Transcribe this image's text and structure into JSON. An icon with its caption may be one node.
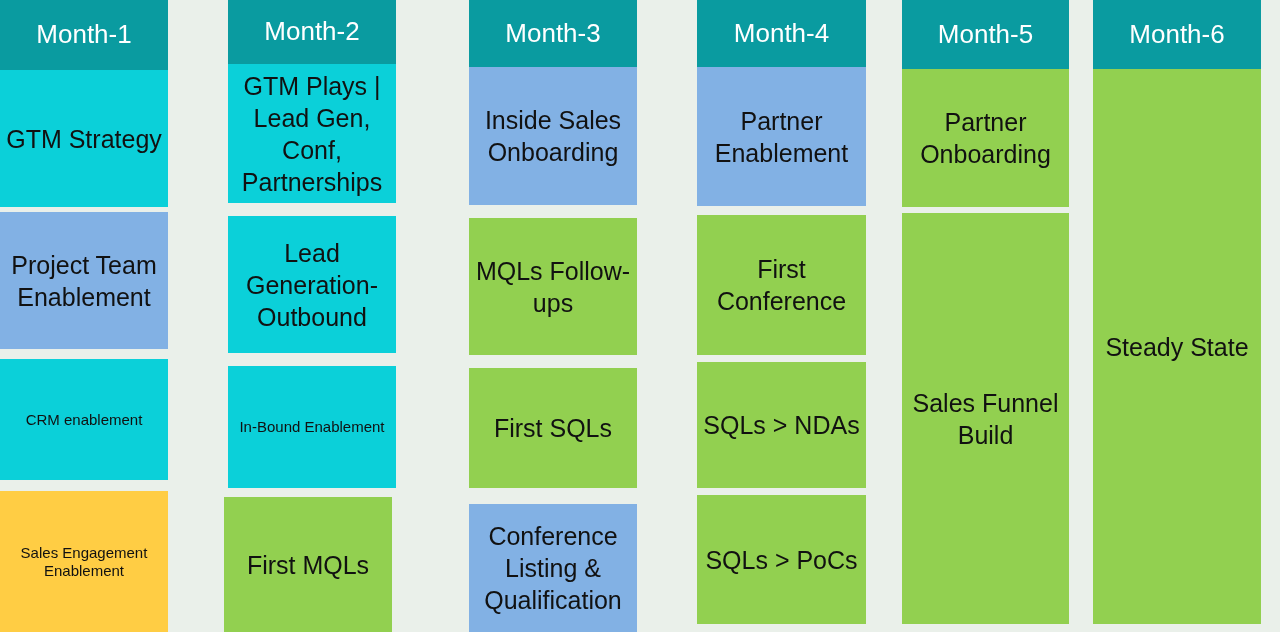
{
  "diagram": {
    "nodes": [
      {
        "text": [
          "Month-1"
        ]
      },
      {
        "text": [
          "GTM Strategy"
        ]
      },
      {
        "text": [
          "Project Team Enablement"
        ]
      },
      {
        "text": [
          "CRM enablement"
        ]
      },
      {
        "text": [
          "Sales Engagement Enablement"
        ]
      },
      {
        "text": [
          "Month-2"
        ]
      },
      {
        "text": [
          "GTM Plays | Lead Gen, Conf, Partnerships"
        ]
      },
      {
        "text": [
          "Lead Generation-Outbound"
        ]
      },
      {
        "text": [
          "In-Bound Enablement"
        ]
      },
      {
        "text": [
          "First MQLs"
        ]
      },
      {
        "text": [
          "Month-3"
        ]
      },
      {
        "text": [
          "Inside Sales Onboarding"
        ]
      },
      {
        "text": [
          "MQLs Follow-ups"
        ]
      },
      {
        "text": [
          "First SQLs"
        ]
      },
      {
        "text": [
          "Conference Listing & Qualification"
        ]
      },
      {
        "text": [
          "Month-4"
        ]
      },
      {
        "text": [
          "Partner Enablement"
        ]
      },
      {
        "text": [
          "First Conference"
        ]
      },
      {
        "text": [
          "SQLs > NDAs"
        ]
      },
      {
        "text": [
          "SQLs > PoCs"
        ]
      },
      {
        "text": [
          "Month-5"
        ]
      },
      {
        "text": [
          "Partner Onboarding"
        ]
      },
      {
        "text": [
          "Sales Funnel Build"
        ]
      },
      {
        "text": [
          "Month-6"
        ]
      },
      {
        "text": [
          "Steady State"
        ]
      }
    ]
  }
}
